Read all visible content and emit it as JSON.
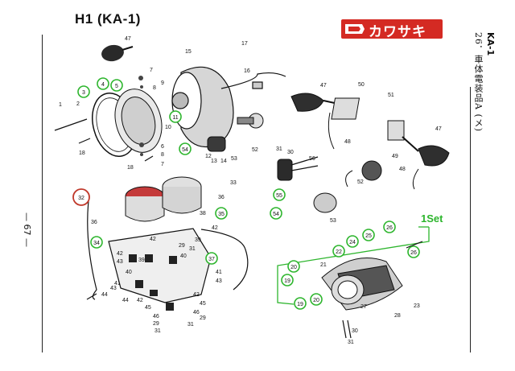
{
  "header": {
    "model_title": "H1 (KA-1)",
    "brand_logo": "カワサキ",
    "section_code": "KA-1",
    "section_title": "26．車体電装品A (メ)",
    "page_number": "— 67 —"
  },
  "set_group": {
    "label": "1Set",
    "color": "#2db52d"
  },
  "highlight_colors": {
    "circle_green": "#2db52d",
    "circle_red": "#c0392b",
    "logo_red": "#d42a23"
  },
  "circled_parts": [
    "3",
    "4",
    "5",
    "11",
    "54",
    "32",
    "34",
    "35",
    "37",
    "55",
    "54",
    "20",
    "19",
    "19",
    "20",
    "22",
    "24",
    "25",
    "26",
    "26"
  ],
  "red_circled_parts": [
    "32"
  ],
  "part_numbers": {
    "headlight": [
      "1",
      "2",
      "6",
      "7",
      "8",
      "9",
      "10",
      "12",
      "13",
      "14",
      "15",
      "16",
      "17",
      "18",
      "47",
      "52",
      "53"
    ],
    "meter": [
      "33",
      "36",
      "38",
      "39",
      "40",
      "41",
      "42",
      "43",
      "44",
      "45",
      "46",
      "29",
      "31"
    ],
    "signals": [
      "47",
      "48",
      "49",
      "50",
      "51",
      "52",
      "53",
      "56",
      "30",
      "31"
    ],
    "set": [
      "21",
      "23",
      "27",
      "28",
      "30",
      "31"
    ]
  }
}
